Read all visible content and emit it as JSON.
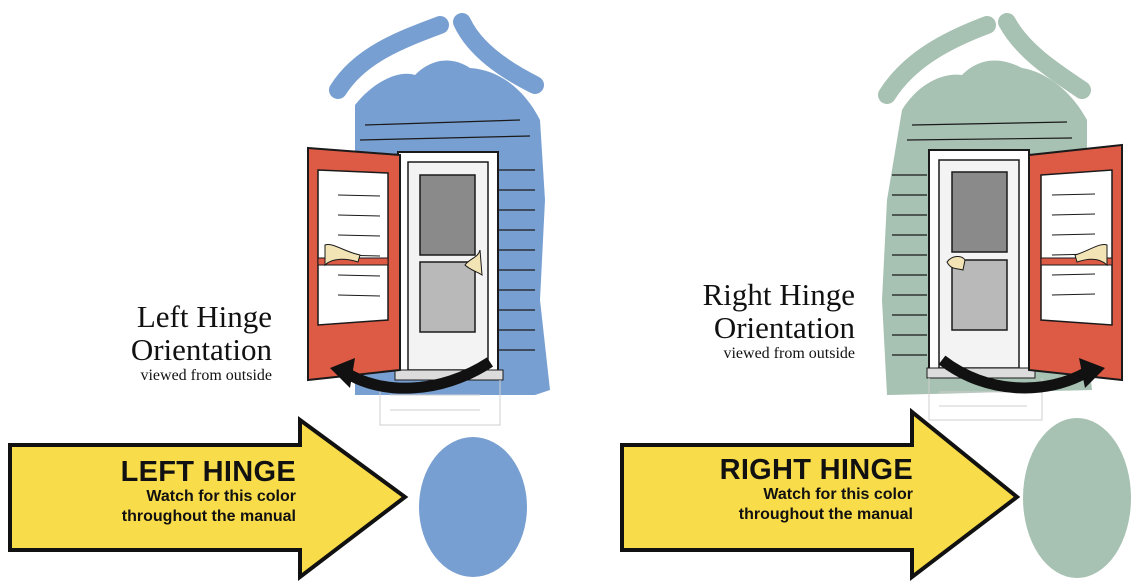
{
  "colors": {
    "left_hinge": "#789fd1",
    "right_hinge": "#a7c1b2",
    "door_red": "#dd5a45",
    "arrow_yellow": "#f8dc4a"
  },
  "left": {
    "caption_line1": "Left Hinge",
    "caption_line2": "Orientation",
    "caption_sub": "viewed from outside",
    "arrow_title": "LEFT HINGE",
    "arrow_line1": "Watch for this color",
    "arrow_line2": "throughout the manual"
  },
  "right": {
    "caption_line1": "Right Hinge",
    "caption_line2": "Orientation",
    "caption_sub": "viewed from outside",
    "arrow_title": "RIGHT HINGE",
    "arrow_line1": "Watch for this color",
    "arrow_line2": "throughout the manual"
  }
}
